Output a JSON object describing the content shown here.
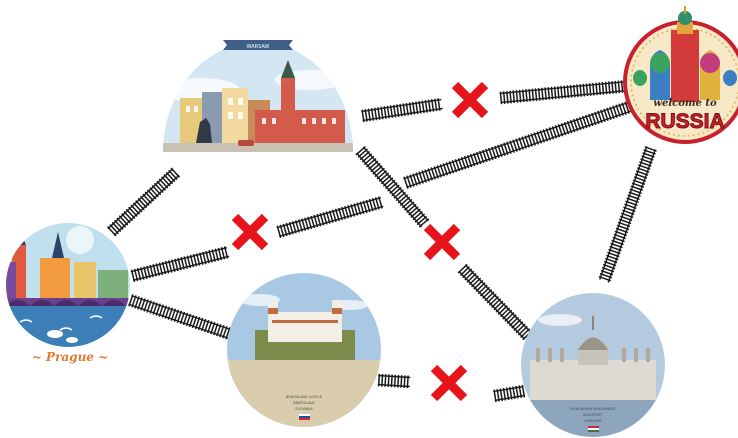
{
  "cities": {
    "warsaw": {
      "banner_text": "WARSAW"
    },
    "russia": {
      "welcome_text": "welcome to",
      "country_text": "RUSSIA"
    },
    "prague": {
      "caption": "~ Prague ~"
    },
    "bratislava": {
      "caption_lines": [
        "BRATISLAVA CASTLE",
        "BRATISLAVA",
        "SLOVAKIA"
      ]
    },
    "budapest": {
      "caption_lines": [
        "HUNGARIAN PARLIAMENT",
        "BUDAPEST",
        "HUNGARY"
      ]
    }
  },
  "colors": {
    "blocked_marker": "#e8141b",
    "track": "#1a1a1a",
    "sky": "#cfe3f1",
    "russia_ring": "#c8202e"
  },
  "connections": [
    {
      "from": "warsaw",
      "to": "russia",
      "blocked": true
    },
    {
      "from": "warsaw",
      "to": "prague",
      "blocked": false
    },
    {
      "from": "warsaw",
      "to": "budapest",
      "blocked": true
    },
    {
      "from": "prague",
      "to": "russia",
      "blocked": true
    },
    {
      "from": "prague",
      "to": "bratislava",
      "blocked": false
    },
    {
      "from": "bratislava",
      "to": "budapest",
      "blocked": true
    },
    {
      "from": "russia",
      "to": "budapest",
      "blocked": false
    }
  ]
}
